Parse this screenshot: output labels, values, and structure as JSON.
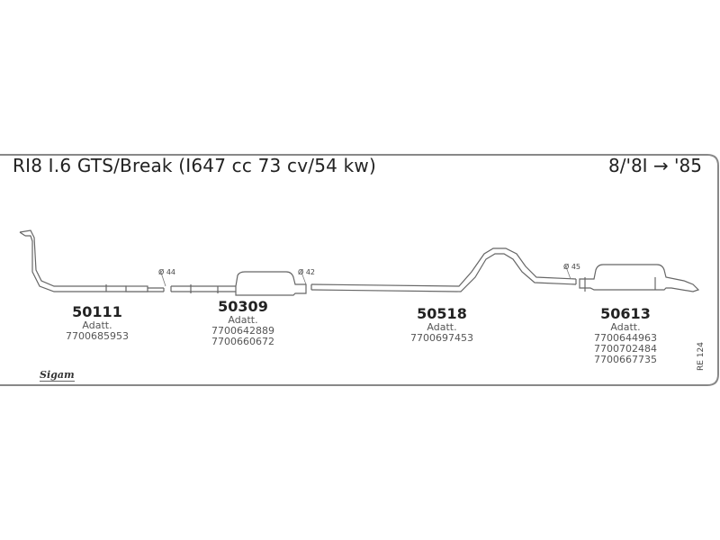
{
  "title": "RI8 I.6 GTS/Break (I647 cc 73 cv/54 kw)",
  "date_range": "8/'8I → '85",
  "parts": [
    {
      "number": "50111",
      "label": "Adatt.",
      "codes": [
        "7700685953"
      ]
    },
    {
      "number": "50309",
      "label": "Adatt.",
      "codes": [
        "7700642889",
        "7700660672"
      ]
    },
    {
      "number": "50518",
      "label": "Adatt.",
      "codes": [
        "7700697453"
      ]
    },
    {
      "number": "50613",
      "label": "Adatt.",
      "codes": [
        "7700644963",
        "7700702484",
        "7700667735"
      ]
    }
  ],
  "diameters": [
    "Ø 44",
    "Ø 42",
    "Ø 45"
  ],
  "reference": "RE 124",
  "logo": "Sigam"
}
